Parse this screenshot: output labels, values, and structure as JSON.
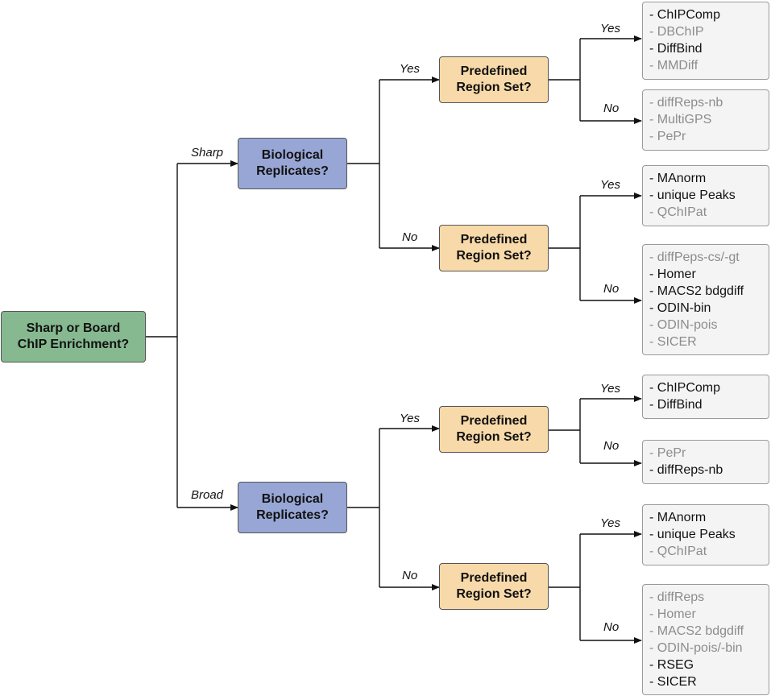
{
  "nodes": {
    "root": "Sharp or Board\nChIP Enrichment?",
    "bio_sharp": "Biological\nReplicates?",
    "bio_broad": "Biological\nReplicates?",
    "pre_sharp_yes": "Predefined\nRegion Set?",
    "pre_sharp_no": "Predefined\nRegion Set?",
    "pre_broad_yes": "Predefined\nRegion Set?",
    "pre_broad_no": "Predefined\nRegion Set?"
  },
  "edge_labels": {
    "sharp": "Sharp",
    "broad": "Broad",
    "yes": "Yes",
    "no": "No"
  },
  "leaves": [
    {
      "id": "sharp-rep-yes-pre-yes",
      "items": [
        {
          "text": "-  ChIPComp",
          "active": true
        },
        {
          "text": "-  DBChIP",
          "active": false
        },
        {
          "text": "-  DiffBind",
          "active": true
        },
        {
          "text": "-  MMDiff",
          "active": false
        }
      ]
    },
    {
      "id": "sharp-rep-yes-pre-no",
      "items": [
        {
          "text": "-  diffReps-nb",
          "active": false
        },
        {
          "text": "-  MultiGPS",
          "active": false
        },
        {
          "text": "-  PePr",
          "active": false
        }
      ]
    },
    {
      "id": "sharp-rep-no-pre-yes",
      "items": [
        {
          "text": "-  MAnorm",
          "active": true
        },
        {
          "text": "-  unique Peaks",
          "active": true
        },
        {
          "text": "-  QChIPat",
          "active": false
        }
      ]
    },
    {
      "id": "sharp-rep-no-pre-no",
      "items": [
        {
          "text": "-  diffPeps-cs/-gt",
          "active": false
        },
        {
          "text": "-  Homer",
          "active": true
        },
        {
          "text": "-  MACS2 bdgdiff",
          "active": true
        },
        {
          "text": "-  ODIN-bin",
          "active": true
        },
        {
          "text": "-  ODIN-pois",
          "active": false
        },
        {
          "text": "-  SICER",
          "active": false
        }
      ]
    },
    {
      "id": "broad-rep-yes-pre-yes",
      "items": [
        {
          "text": "-  ChIPComp",
          "active": true
        },
        {
          "text": "-  DiffBind",
          "active": true
        }
      ]
    },
    {
      "id": "broad-rep-yes-pre-no",
      "items": [
        {
          "text": "-  PePr",
          "active": false
        },
        {
          "text": "-  diffReps-nb",
          "active": true
        }
      ]
    },
    {
      "id": "broad-rep-no-pre-yes",
      "items": [
        {
          "text": "-  MAnorm",
          "active": true
        },
        {
          "text": "-  unique Peaks",
          "active": true
        },
        {
          "text": "-  QChIPat",
          "active": false
        }
      ]
    },
    {
      "id": "broad-rep-no-pre-no",
      "items": [
        {
          "text": "-  diffReps",
          "active": false
        },
        {
          "text": "-  Homer",
          "active": false
        },
        {
          "text": "-  MACS2 bdgdiff",
          "active": false
        },
        {
          "text": "-  ODIN-pois/-bin",
          "active": false
        },
        {
          "text": "-  RSEG",
          "active": true
        },
        {
          "text": "-  SICER",
          "active": true
        }
      ]
    }
  ],
  "colors": {
    "root": "#86b98f",
    "biological_replicates": "#97a6d5",
    "predefined_region_set": "#f8d9a9",
    "leaf_box": "#f4f4f4",
    "active_text": "#111111",
    "inactive_text": "#8c8c8c"
  }
}
